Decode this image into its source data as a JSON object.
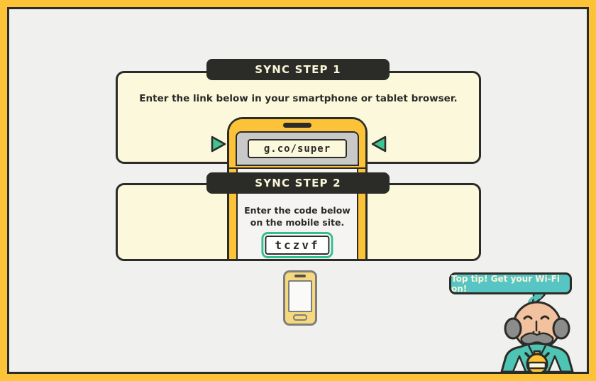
{
  "step1": {
    "banner_label": "SYNC STEP 1",
    "instruction": "Enter the link below in your smartphone or tablet browser.",
    "sync_url": "g.co/super"
  },
  "step2": {
    "banner_label": "SYNC STEP 2",
    "instruction_line1": "Enter the code below",
    "instruction_line2": "on the mobile site.",
    "sync_code": "tczvf"
  },
  "tip_bubble": {
    "text": "Top tip! Get your Wi-Fi on!"
  },
  "icons": {
    "left_arrow": "triangle-pointing-right",
    "right_arrow": "triangle-pointing-left",
    "mini_phone": "smartphone-icon",
    "coach": "coach-character-with-stopwatch"
  },
  "colors": {
    "frame_yellow": "#FCC238",
    "ink": "#2B2B27",
    "background_gray": "#F0F0EE",
    "panel_cream": "#FBF8DC",
    "banner_text_cream": "#FAF6D8",
    "arrow_teal": "#3DC493",
    "code_border_teal": "#35BE93",
    "bubble_teal": "#58C5C5",
    "shirt_teal": "#4EC4B4"
  }
}
